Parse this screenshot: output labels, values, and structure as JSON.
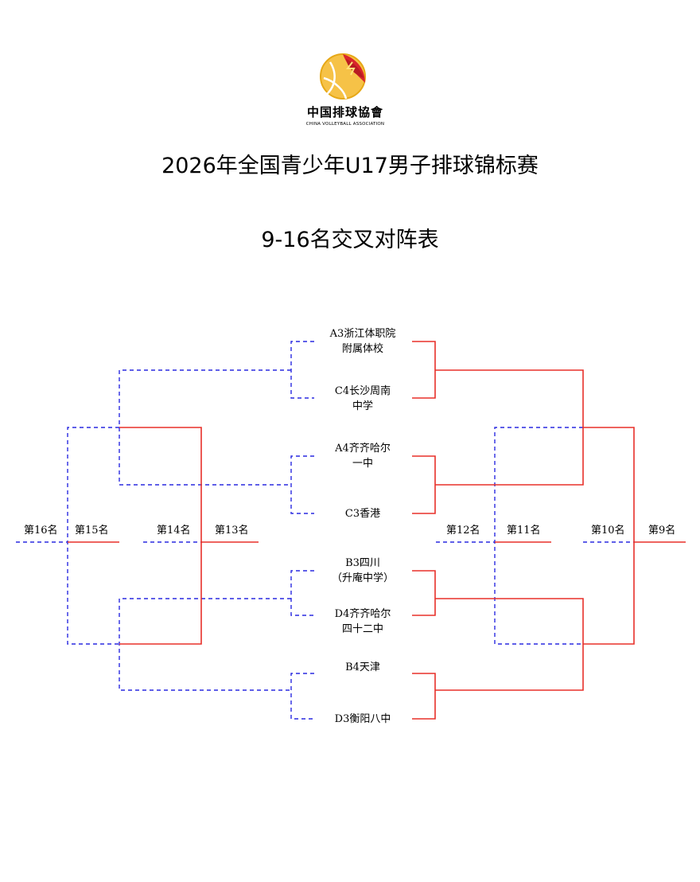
{
  "logo": {
    "name_cn": "中国排球協會",
    "name_en": "CHINA VOLLEYBALL ASSOCIATION"
  },
  "title": "2026年全国青少年U17男子排球锦标赛",
  "subtitle": "9-16名交叉对阵表",
  "colors": {
    "winner_line": "#e8302a",
    "loser_line": "#2a2ae0",
    "logo_red": "#d9262c",
    "logo_gold": "#e6a817"
  },
  "teams": [
    {
      "line1": "A3浙江体职院",
      "line2": "附属体校"
    },
    {
      "line1": "C4长沙周南",
      "line2": "中学"
    },
    {
      "line1": "A4齐齐哈尔",
      "line2": "一中"
    },
    {
      "line1": "C3香港",
      "line2": ""
    },
    {
      "line1": "B3四川",
      "line2": "（升庵中学）"
    },
    {
      "line1": "D4齐齐哈尔",
      "line2": "四十二中"
    },
    {
      "line1": "B4天津",
      "line2": ""
    },
    {
      "line1": "D3衡阳八中",
      "line2": ""
    }
  ],
  "ranks": {
    "r16": "第16名",
    "r15": "第15名",
    "r14": "第14名",
    "r13": "第13名",
    "r12": "第12名",
    "r11": "第11名",
    "r10": "第10名",
    "r9": "第9名"
  }
}
